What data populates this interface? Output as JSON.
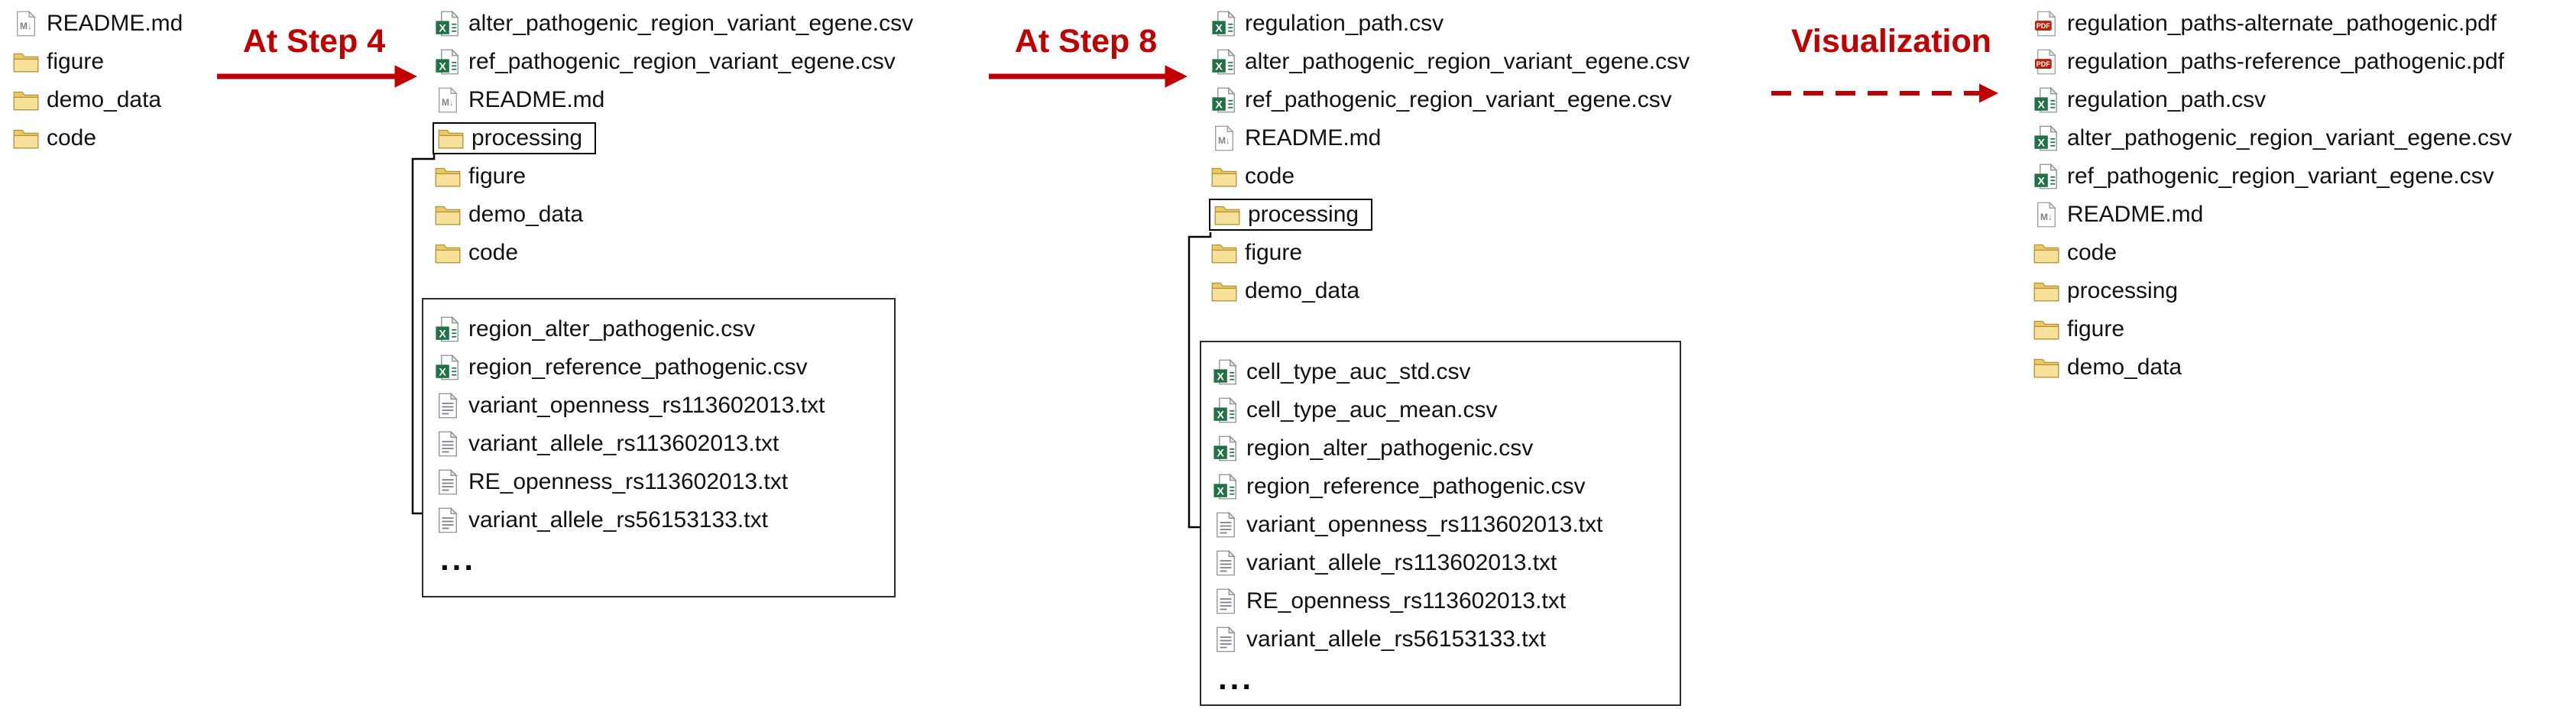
{
  "colors": {
    "arrow_red": "#C00000",
    "connector_black": "#000000",
    "box_border": "#2B2B2B",
    "folder_yellow": "#EDC961",
    "excel_green": "#207245",
    "pdf_red": "#C11E07",
    "text": "#111111"
  },
  "arrows": [
    {
      "id": "step4",
      "label": "At Step 4",
      "style": "solid"
    },
    {
      "id": "step8",
      "label": "At Step 8",
      "style": "solid"
    },
    {
      "id": "visualization",
      "label": "Visualization",
      "style": "dashed"
    }
  ],
  "panels": {
    "initial": {
      "items": [
        {
          "label": "README.md",
          "type": "md"
        },
        {
          "label": "figure",
          "type": "folder"
        },
        {
          "label": "demo_data",
          "type": "folder"
        },
        {
          "label": "code",
          "type": "folder"
        }
      ]
    },
    "step4": {
      "items": [
        {
          "label": "alter_pathogenic_region_variant_egene.csv",
          "type": "csv"
        },
        {
          "label": "ref_pathogenic_region_variant_egene.csv",
          "type": "csv"
        },
        {
          "label": "README.md",
          "type": "md"
        },
        {
          "label": "processing",
          "type": "folder",
          "boxed": true
        },
        {
          "label": "figure",
          "type": "folder"
        },
        {
          "label": "demo_data",
          "type": "folder"
        },
        {
          "label": "code",
          "type": "folder"
        }
      ]
    },
    "step4_processing": {
      "items": [
        {
          "label": "region_alter_pathogenic.csv",
          "type": "csv"
        },
        {
          "label": "region_reference_pathogenic.csv",
          "type": "csv"
        },
        {
          "label": "variant_openness_rs113602013.txt",
          "type": "txt"
        },
        {
          "label": "variant_allele_rs113602013.txt",
          "type": "txt"
        },
        {
          "label": "RE_openness_rs113602013.txt",
          "type": "txt"
        },
        {
          "label": "variant_allele_rs56153133.txt",
          "type": "txt"
        },
        {
          "label": "...",
          "type": "ellipsis"
        }
      ]
    },
    "step8": {
      "items": [
        {
          "label": "regulation_path.csv",
          "type": "csv"
        },
        {
          "label": "alter_pathogenic_region_variant_egene.csv",
          "type": "csv"
        },
        {
          "label": "ref_pathogenic_region_variant_egene.csv",
          "type": "csv"
        },
        {
          "label": "README.md",
          "type": "md"
        },
        {
          "label": "code",
          "type": "folder"
        },
        {
          "label": "processing",
          "type": "folder",
          "boxed": true
        },
        {
          "label": "figure",
          "type": "folder"
        },
        {
          "label": "demo_data",
          "type": "folder"
        }
      ]
    },
    "step8_processing": {
      "items": [
        {
          "label": "cell_type_auc_std.csv",
          "type": "csv"
        },
        {
          "label": "cell_type_auc_mean.csv",
          "type": "csv"
        },
        {
          "label": "region_alter_pathogenic.csv",
          "type": "csv"
        },
        {
          "label": "region_reference_pathogenic.csv",
          "type": "csv"
        },
        {
          "label": "variant_openness_rs113602013.txt",
          "type": "txt"
        },
        {
          "label": "variant_allele_rs113602013.txt",
          "type": "txt"
        },
        {
          "label": "RE_openness_rs113602013.txt",
          "type": "txt"
        },
        {
          "label": "variant_allele_rs56153133.txt",
          "type": "txt"
        },
        {
          "label": "...",
          "type": "ellipsis"
        }
      ]
    },
    "visualization": {
      "items": [
        {
          "label": "regulation_paths-alternate_pathogenic.pdf",
          "type": "pdf"
        },
        {
          "label": "regulation_paths-reference_pathogenic.pdf",
          "type": "pdf"
        },
        {
          "label": "regulation_path.csv",
          "type": "csv"
        },
        {
          "label": "alter_pathogenic_region_variant_egene.csv",
          "type": "csv"
        },
        {
          "label": "ref_pathogenic_region_variant_egene.csv",
          "type": "csv"
        },
        {
          "label": "README.md",
          "type": "md"
        },
        {
          "label": "code",
          "type": "folder"
        },
        {
          "label": "processing",
          "type": "folder"
        },
        {
          "label": "figure",
          "type": "folder"
        },
        {
          "label": "demo_data",
          "type": "folder"
        }
      ]
    }
  }
}
